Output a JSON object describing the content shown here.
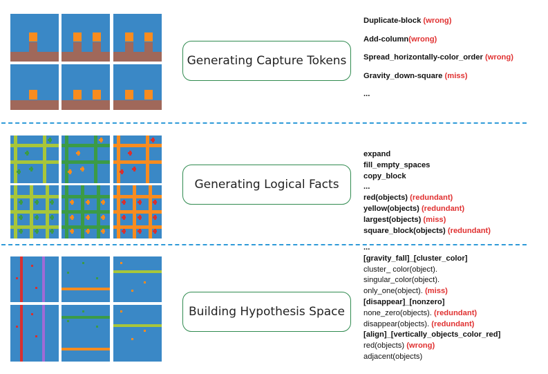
{
  "stages": [
    {
      "label": "Generating Capture Tokens"
    },
    {
      "label": "Generating Logical Facts"
    },
    {
      "label": "Building Hypothesis Space"
    }
  ],
  "colors": {
    "blue": "#3a88c6",
    "brown": "#a0685a",
    "orange": "#f88c1f",
    "yellow_green": "#a8c63a",
    "green": "#3b9b46",
    "red": "#d83030",
    "purple": "#a06ad6",
    "stage_border": "#2f8a4f",
    "divider": "#2e9ad8",
    "annotation": "#e03030"
  },
  "capture_tokens": [
    {
      "text": "Duplicate-block ",
      "tag": "(wrong)"
    },
    {
      "text": "Add-column",
      "tag": "(wrong)"
    },
    {
      "text": "Spread_horizontally-color_order ",
      "tag": "(wrong)"
    },
    {
      "text": "Gravity_down-square ",
      "tag": "(miss)"
    },
    {
      "text": "...",
      "tag": ""
    }
  ],
  "logical_facts": [
    {
      "text": "expand",
      "tag": ""
    },
    {
      "text": "fill_empty_spaces",
      "tag": ""
    },
    {
      "text": "copy_block",
      "tag": ""
    },
    {
      "text": "...",
      "tag": ""
    },
    {
      "text": "red(objects) ",
      "tag": "(redundant)"
    },
    {
      "text": "yellow(objects) ",
      "tag": "(redundant)"
    },
    {
      "text": "largest(objects) ",
      "tag": "(miss)"
    },
    {
      "text": "square_block(objects) ",
      "tag": "(redundant)"
    }
  ],
  "hypothesis_space": [
    {
      "text": "...",
      "tag": "",
      "bold": true
    },
    {
      "text": "[gravity_fall]_[cluster_color]",
      "tag": "",
      "bold": true
    },
    {
      "text": "cluster_ color(object).",
      "tag": "",
      "bold": false
    },
    {
      "text": "singular_color(object).",
      "tag": "",
      "bold": false
    },
    {
      "text": "only_one(object). ",
      "tag": "(miss)",
      "bold": false
    },
    {
      "text": "[disappear]_[nonzero]",
      "tag": "",
      "bold": true
    },
    {
      "text": "none_zero(objects). ",
      "tag": "(redundant)",
      "bold": false
    },
    {
      "text": "disappear(objects). ",
      "tag": "(redundant)",
      "bold": false
    },
    {
      "text": "[align]_[vertically_objects_color_red]",
      "tag": "",
      "bold": true
    },
    {
      "text": "red(objects) ",
      "tag": "(wrong)",
      "bold": false
    },
    {
      "text": "adjacent(objects)",
      "tag": "",
      "bold": false
    }
  ]
}
